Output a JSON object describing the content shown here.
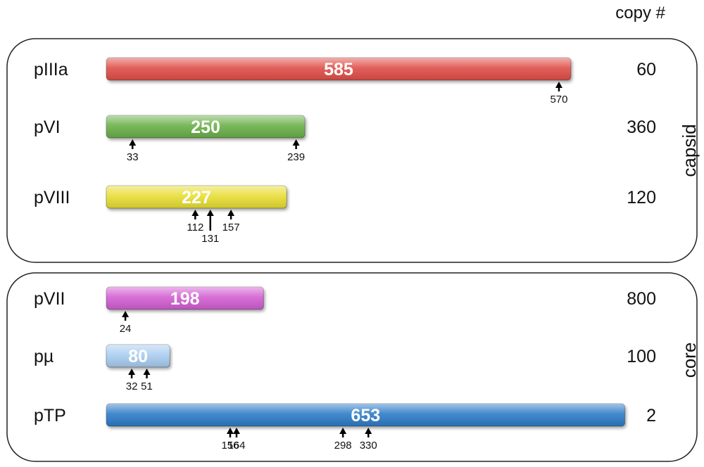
{
  "header": {
    "copy_label": "copy #"
  },
  "groups": [
    {
      "label": "capsid",
      "proteins": [
        {
          "name": "pIIIa",
          "length": "585",
          "copy": "60",
          "color": "#e0504a",
          "sites": [
            {
              "pos": 570,
              "label": "570"
            }
          ]
        },
        {
          "name": "pVI",
          "length": "250",
          "copy": "360",
          "color": "#6bb04a",
          "sites": [
            {
              "pos": 33,
              "label": "33"
            },
            {
              "pos": 239,
              "label": "239"
            }
          ]
        },
        {
          "name": "pVIII",
          "length": "227",
          "copy": "120",
          "color": "#e8de36",
          "sites": [
            {
              "pos": 112,
              "label": "112"
            },
            {
              "pos": 131,
              "label": "131"
            },
            {
              "pos": 157,
              "label": "157"
            }
          ]
        }
      ]
    },
    {
      "label": "core",
      "proteins": [
        {
          "name": "pVII",
          "length": "198",
          "copy": "800",
          "color": "#d35fd2",
          "sites": [
            {
              "pos": 24,
              "label": "24"
            }
          ]
        },
        {
          "name": "pµ",
          "length": "80",
          "copy": "100",
          "color": "#a9cdf0",
          "sites": [
            {
              "pos": 32,
              "label": "32"
            },
            {
              "pos": 51,
              "label": "51"
            }
          ]
        },
        {
          "name": "pTP",
          "length": "653",
          "copy": "2",
          "color": "#2f7bc8",
          "sites": [
            {
              "pos": 156,
              "label": "156"
            },
            {
              "pos": 164,
              "label": "164"
            },
            {
              "pos": 298,
              "label": "298"
            },
            {
              "pos": 330,
              "label": "330"
            }
          ]
        }
      ]
    }
  ]
}
